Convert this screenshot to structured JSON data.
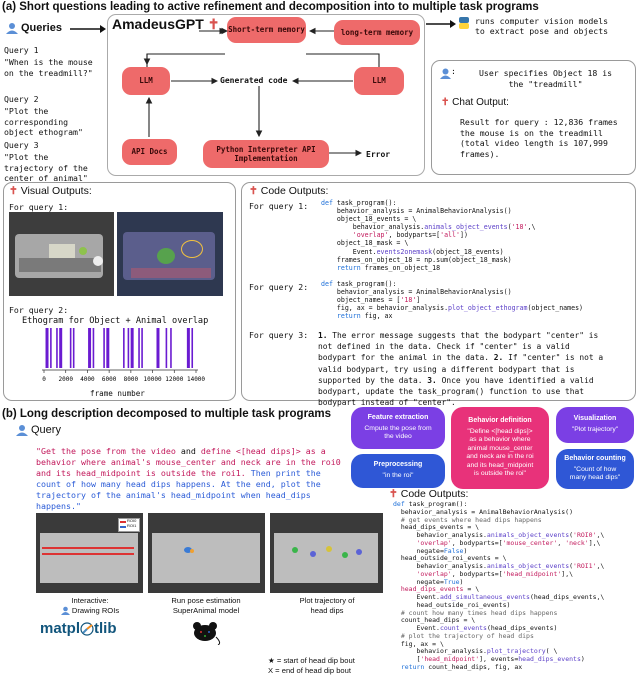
{
  "section_a": {
    "title": "(a) Short questions leading to active refinement and decomposition into to multiple task programs",
    "queries_label": "Queries",
    "queries": [
      {
        "label": "Query 1",
        "text": "\"When is the mouse\non the treadmill?\""
      },
      {
        "label": "Query 2",
        "text": "\"Plot the\ncorresponding\nobject ethogram\""
      },
      {
        "label": "Query 3",
        "text": "\"Plot the\ntrajectory of the\ncenter of animal\""
      }
    ],
    "amadeus_title": "AmadeusGPT",
    "nodes": {
      "short_term_memory": "Short-term\nmemory",
      "long_term_memory": "long-term\nmemory",
      "llm_left": "LLM",
      "llm_right": "LLM",
      "generated_code": "Generated code",
      "api_docs": "API Docs",
      "python_interpreter": "Python Interpreter\nAPI Implementation",
      "error": "Error"
    },
    "side_text": "runs computer vision models\nto extract pose and objects",
    "chat": {
      "user_text": "User specifies Object 18 is\nthe \"treadmill\"",
      "output_label": "Chat Output:",
      "result_text": "Result for query : 12,836 frames\nthe mouse is on the treadmill\n(total video length is 107,999\nframes)."
    },
    "visual": {
      "label": "Visual Outputs:",
      "for_query_1": "For query 1:",
      "for_query_2": "For query 2:",
      "ethogram_title": "Ethogram for Object + Animal overlap",
      "x_ticks": [
        "0",
        "2000",
        "4000",
        "6000",
        "8000",
        "10000",
        "12000",
        "14000"
      ],
      "xlabel": "frame number"
    },
    "code": {
      "label": "Code Outputs:",
      "for_query_1": "For query 1:",
      "for_query_2": "For query 2:",
      "for_query_3": "For query 3:",
      "query3_text": [
        {
          "num": "1.",
          "text": " The error message suggests that the bodypart \"center\" is"
        },
        {
          "num": "",
          "text": "not defined in the data. Check if \"center\" is a valid"
        },
        {
          "num": "",
          "text": "bodypart for the animal in the data. "
        },
        {
          "num": "",
          "text": "valid bodypart, try using a different bodypart that is"
        },
        {
          "num": "",
          "text": "supported by the data. "
        },
        {
          "num": "",
          "text": "update the task_program() function to use that"
        },
        {
          "num": "",
          "text": "bodypart instead of \"center\"."
        }
      ],
      "q3_lines": [
        "not defined in the data. Check if \"center\" is a valid",
        "bodypart for the animal in the data.",
        "If \"center\" is not a",
        "valid bodypart, try using a different bodypart that is",
        "supported by the data.",
        "Once you have identified a valid",
        "bodypart, update the task_program() function to use that",
        "bodypart instead of \"center\"."
      ],
      "q3_first": "The error message suggests that the bodypart \"center\" is",
      "q3_num1": "1.",
      "q3_num2": "2.",
      "q3_num3": "3."
    }
  },
  "section_b": {
    "title": "(b) Long description decomposed to multiple task programs",
    "query_label": "Query",
    "pills": {
      "feature_title": "Feature extraction",
      "feature_text": "Cmpute the pose from\nthe video",
      "preproc_title": "Preprocessing",
      "preproc_text": "\"in the roi\"",
      "behavior_title": "Behavior definition",
      "behavior_text": "\"Define <[head dips]>\nas a behavior where\nanimal mouse_center\nand neck are in the roi\nand its head_midpoint\nis outside the roi\"",
      "visual_title": "Visualization",
      "visual_text": "\"Plot trajectory\"",
      "counting_title": "Behavior counting",
      "counting_text": "\"Count of how\nmany head dips\""
    },
    "captions": {
      "interactive": "Interactive:",
      "drawing_rois": "Drawing ROIs",
      "pose": "Run pose estimation\nSuperAnimal model",
      "trajectory": "Plot trajectory of\nhead dips",
      "matplotlib": "matpl",
      "matplotlib_end": "tlib",
      "legend_star": "★ = start of head dip bout",
      "legend_x": "X = end of head dip bout",
      "roi0": "ROI0",
      "roi1": "ROI1"
    },
    "code_label": "Code Outputs:"
  },
  "colors": {
    "node": "#ee6a6a",
    "pill_purple": "#7b3fe4",
    "pill_pink": "#e8327a",
    "pill_blue": "#2f57d6",
    "bar": "#6a1bd1"
  }
}
